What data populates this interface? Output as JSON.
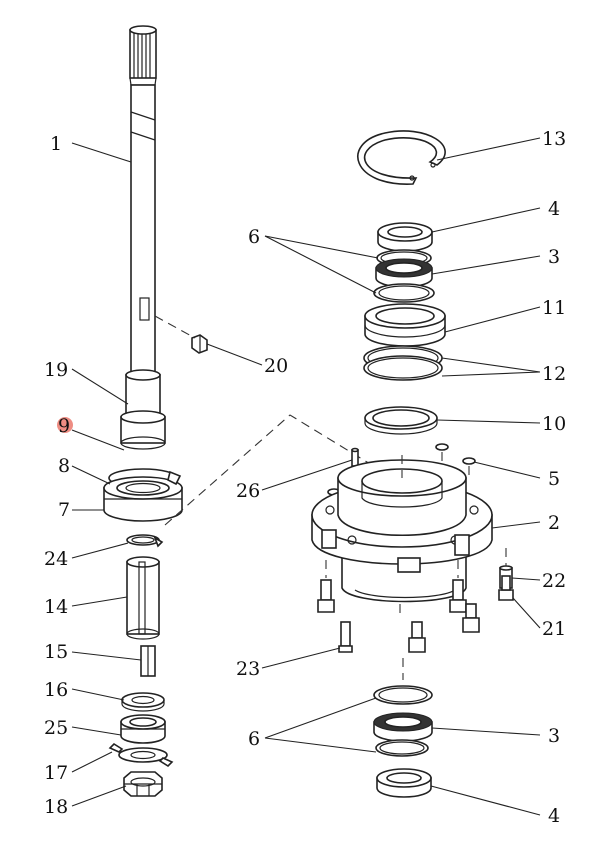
{
  "diagram": {
    "highlight_color": "#e0301e",
    "line_color": "#222222",
    "labels": [
      {
        "id": "l1",
        "text": "1"
      },
      {
        "id": "l19",
        "text": "19"
      },
      {
        "id": "l9",
        "text": "9",
        "highlighted": true
      },
      {
        "id": "l8",
        "text": "8"
      },
      {
        "id": "l7",
        "text": "7"
      },
      {
        "id": "l24",
        "text": "24"
      },
      {
        "id": "l14",
        "text": "14"
      },
      {
        "id": "l15",
        "text": "15"
      },
      {
        "id": "l16",
        "text": "16"
      },
      {
        "id": "l25",
        "text": "25"
      },
      {
        "id": "l17",
        "text": "17"
      },
      {
        "id": "l18",
        "text": "18"
      },
      {
        "id": "l20",
        "text": "20"
      },
      {
        "id": "l13",
        "text": "13"
      },
      {
        "id": "l4a",
        "text": "4"
      },
      {
        "id": "l6a",
        "text": "6"
      },
      {
        "id": "l3a",
        "text": "3"
      },
      {
        "id": "l11",
        "text": "11"
      },
      {
        "id": "l12",
        "text": "12"
      },
      {
        "id": "l10",
        "text": "10"
      },
      {
        "id": "l5",
        "text": "5"
      },
      {
        "id": "l26",
        "text": "26"
      },
      {
        "id": "l2",
        "text": "2"
      },
      {
        "id": "l22",
        "text": "22"
      },
      {
        "id": "l21",
        "text": "21"
      },
      {
        "id": "l23",
        "text": "23"
      },
      {
        "id": "l6b",
        "text": "6"
      },
      {
        "id": "l3b",
        "text": "3"
      },
      {
        "id": "l4b",
        "text": "4"
      }
    ]
  }
}
